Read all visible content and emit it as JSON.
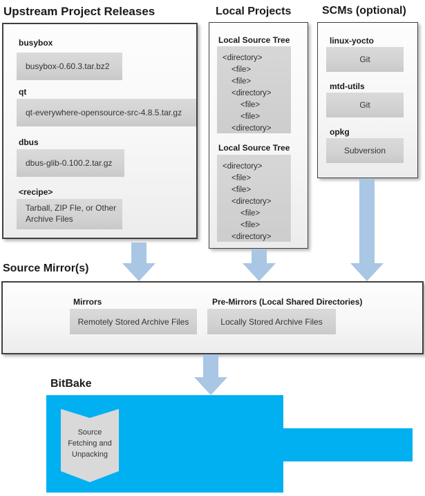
{
  "colors": {
    "bitbake_blue": "#00B0F0",
    "arrow_blue": "#A9C6E4",
    "panel_border": "#3F3F3F",
    "item_box_gray": "#D3D3D3"
  },
  "icons": {
    "flow_arrow": "down-arrow",
    "process_step": "notched-ribbon-banner"
  },
  "upstream": {
    "title": "Upstream Project Releases",
    "items": [
      {
        "label": "busybox",
        "value": "busybox-0.60.3.tar.bz2"
      },
      {
        "label": "qt",
        "value": "qt-everywhere-opensource-src-4.8.5.tar.gz"
      },
      {
        "label": "dbus",
        "value": "dbus-glib-0.100.2.tar.gz"
      },
      {
        "label": "<recipe>",
        "value": "Tarball, ZIP Fle, or Other Archive Files"
      }
    ]
  },
  "local_projects": {
    "title": "Local Projects",
    "sections": [
      {
        "label": "Local Source Tree"
      },
      {
        "label": "Local Source Tree"
      }
    ],
    "tree_items": [
      {
        "text": "<directory>",
        "level": 0
      },
      {
        "text": "<file>",
        "level": 1
      },
      {
        "text": "<file>",
        "level": 1
      },
      {
        "text": "<directory>",
        "level": 1
      },
      {
        "text": "<file>",
        "level": 2
      },
      {
        "text": "<file>",
        "level": 2
      },
      {
        "text": "<directory>",
        "level": 1
      }
    ]
  },
  "scms": {
    "title": "SCMs (optional)",
    "items": [
      {
        "label": "linux-yocto",
        "value": "Git"
      },
      {
        "label": "mtd-utils",
        "value": "Git"
      },
      {
        "label": "opkg",
        "value": "Subversion"
      }
    ]
  },
  "source_mirrors": {
    "title": "Source Mirror(s)",
    "mirrors_label": "Mirrors",
    "mirrors_value": "Remotely Stored Archive Files",
    "premirrors_label": "Pre-Mirrors (Local Shared Directories)",
    "premirrors_value": "Locally Stored Archive Files"
  },
  "bitbake": {
    "title": "BitBake",
    "step_label": "Source Fetching and Unpacking"
  }
}
